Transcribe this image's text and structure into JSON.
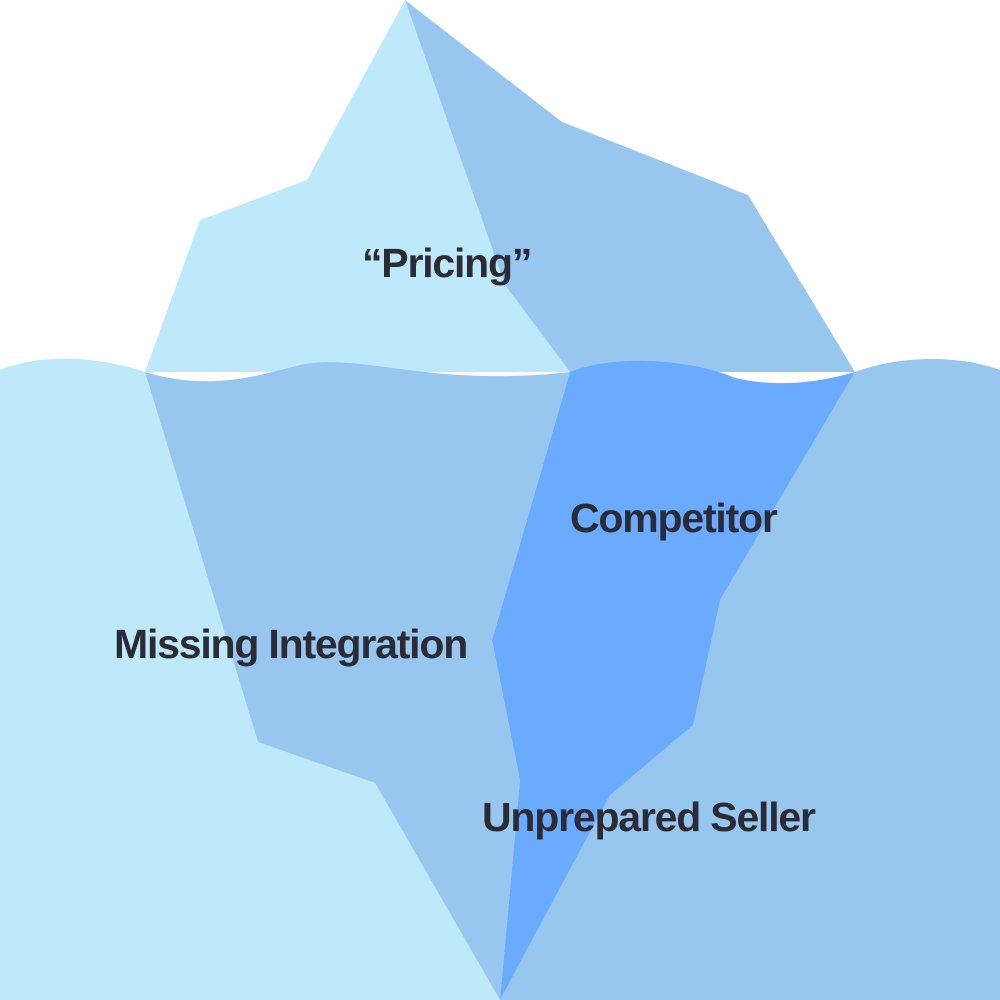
{
  "labels": {
    "pricing": "“Pricing”",
    "competitor": "Competitor",
    "missing_integration": "Missing Integration",
    "unprepared_seller": "Unprepared Seller"
  },
  "colors": {
    "light": "#bee9fa",
    "mid": "#97c6ef",
    "deep": "#6aaaff",
    "text": "#2b2b36",
    "background": "#ffffff"
  }
}
